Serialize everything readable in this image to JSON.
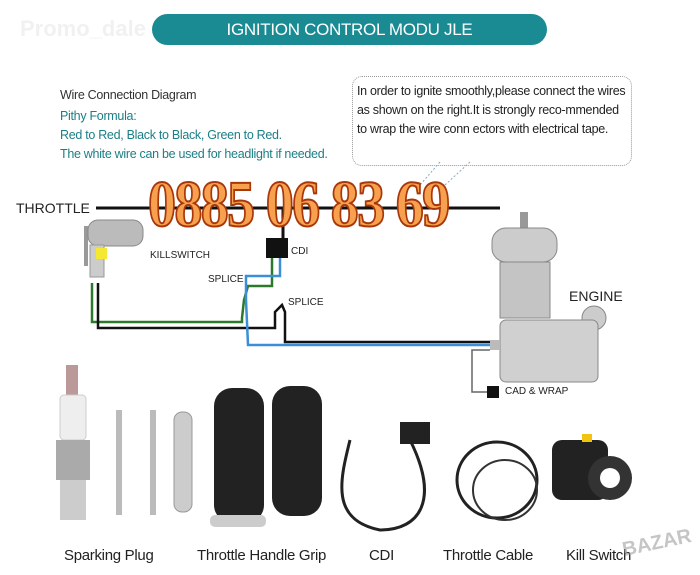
{
  "watermark": "Promo_dale",
  "title": "IGNITION CONTROL MODU JLE",
  "left": {
    "heading": "Wire Connection Diagram",
    "lines": [
      "Pithy Formula:",
      "Red to Red, Black to Black, Green to Red.",
      "The white wire can be used for headlight if needed."
    ]
  },
  "callout": "In order to ignite smoothly,please connect the wires as shown on the right.It is strongly reco-mmended to wrap the wire conn ectors with electrical tape.",
  "diagram": {
    "throttle": "THROTTLE",
    "killswitch": "KILLSWITCH",
    "cdi": "CDI",
    "splice1": "SPLICE",
    "splice2": "SPLICE",
    "engine": "ENGINE",
    "cad": "CAD & WRAP"
  },
  "phone": "0885 06 83 69",
  "parts": [
    "Sparking Plug",
    "Throttle Handle Grip",
    "CDI",
    "Throttle Cable",
    "Kill Switch"
  ],
  "bazar": "BAZAR"
}
